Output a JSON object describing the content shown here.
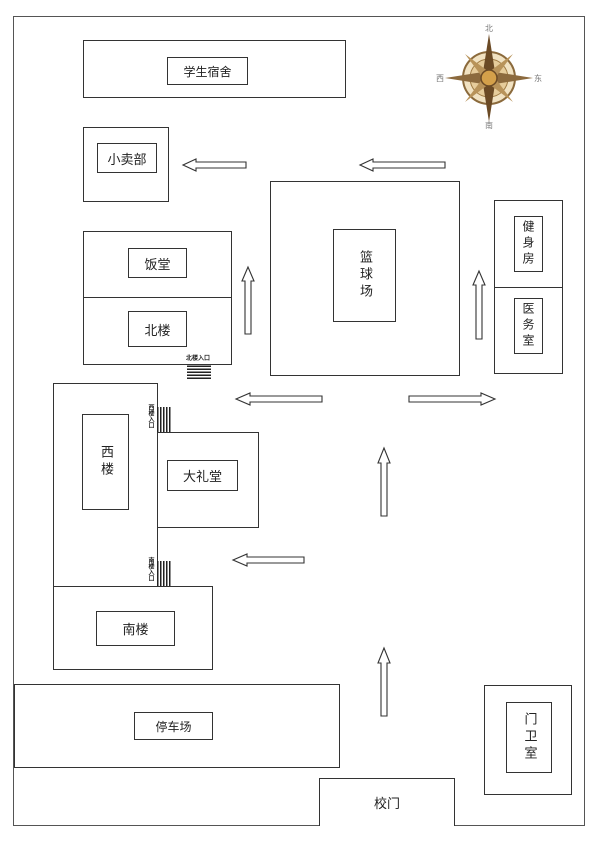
{
  "buildings": {
    "dorm": "学生宿舍",
    "shop": "小卖部",
    "canteen": "饭堂",
    "north_building": "北楼",
    "court": "篮球场",
    "gym": "健身房",
    "clinic": "医务室",
    "west_building": "西楼",
    "auditorium": "大礼堂",
    "south_building": "南楼",
    "parking": "停车场",
    "gate": "校门",
    "guard_room": "门卫室"
  },
  "entrances": {
    "north": "北楼入口",
    "west": "西楼入口",
    "south": "南楼入口"
  },
  "compass": {
    "north": "北",
    "south": "南",
    "east": "东",
    "west": "西"
  }
}
